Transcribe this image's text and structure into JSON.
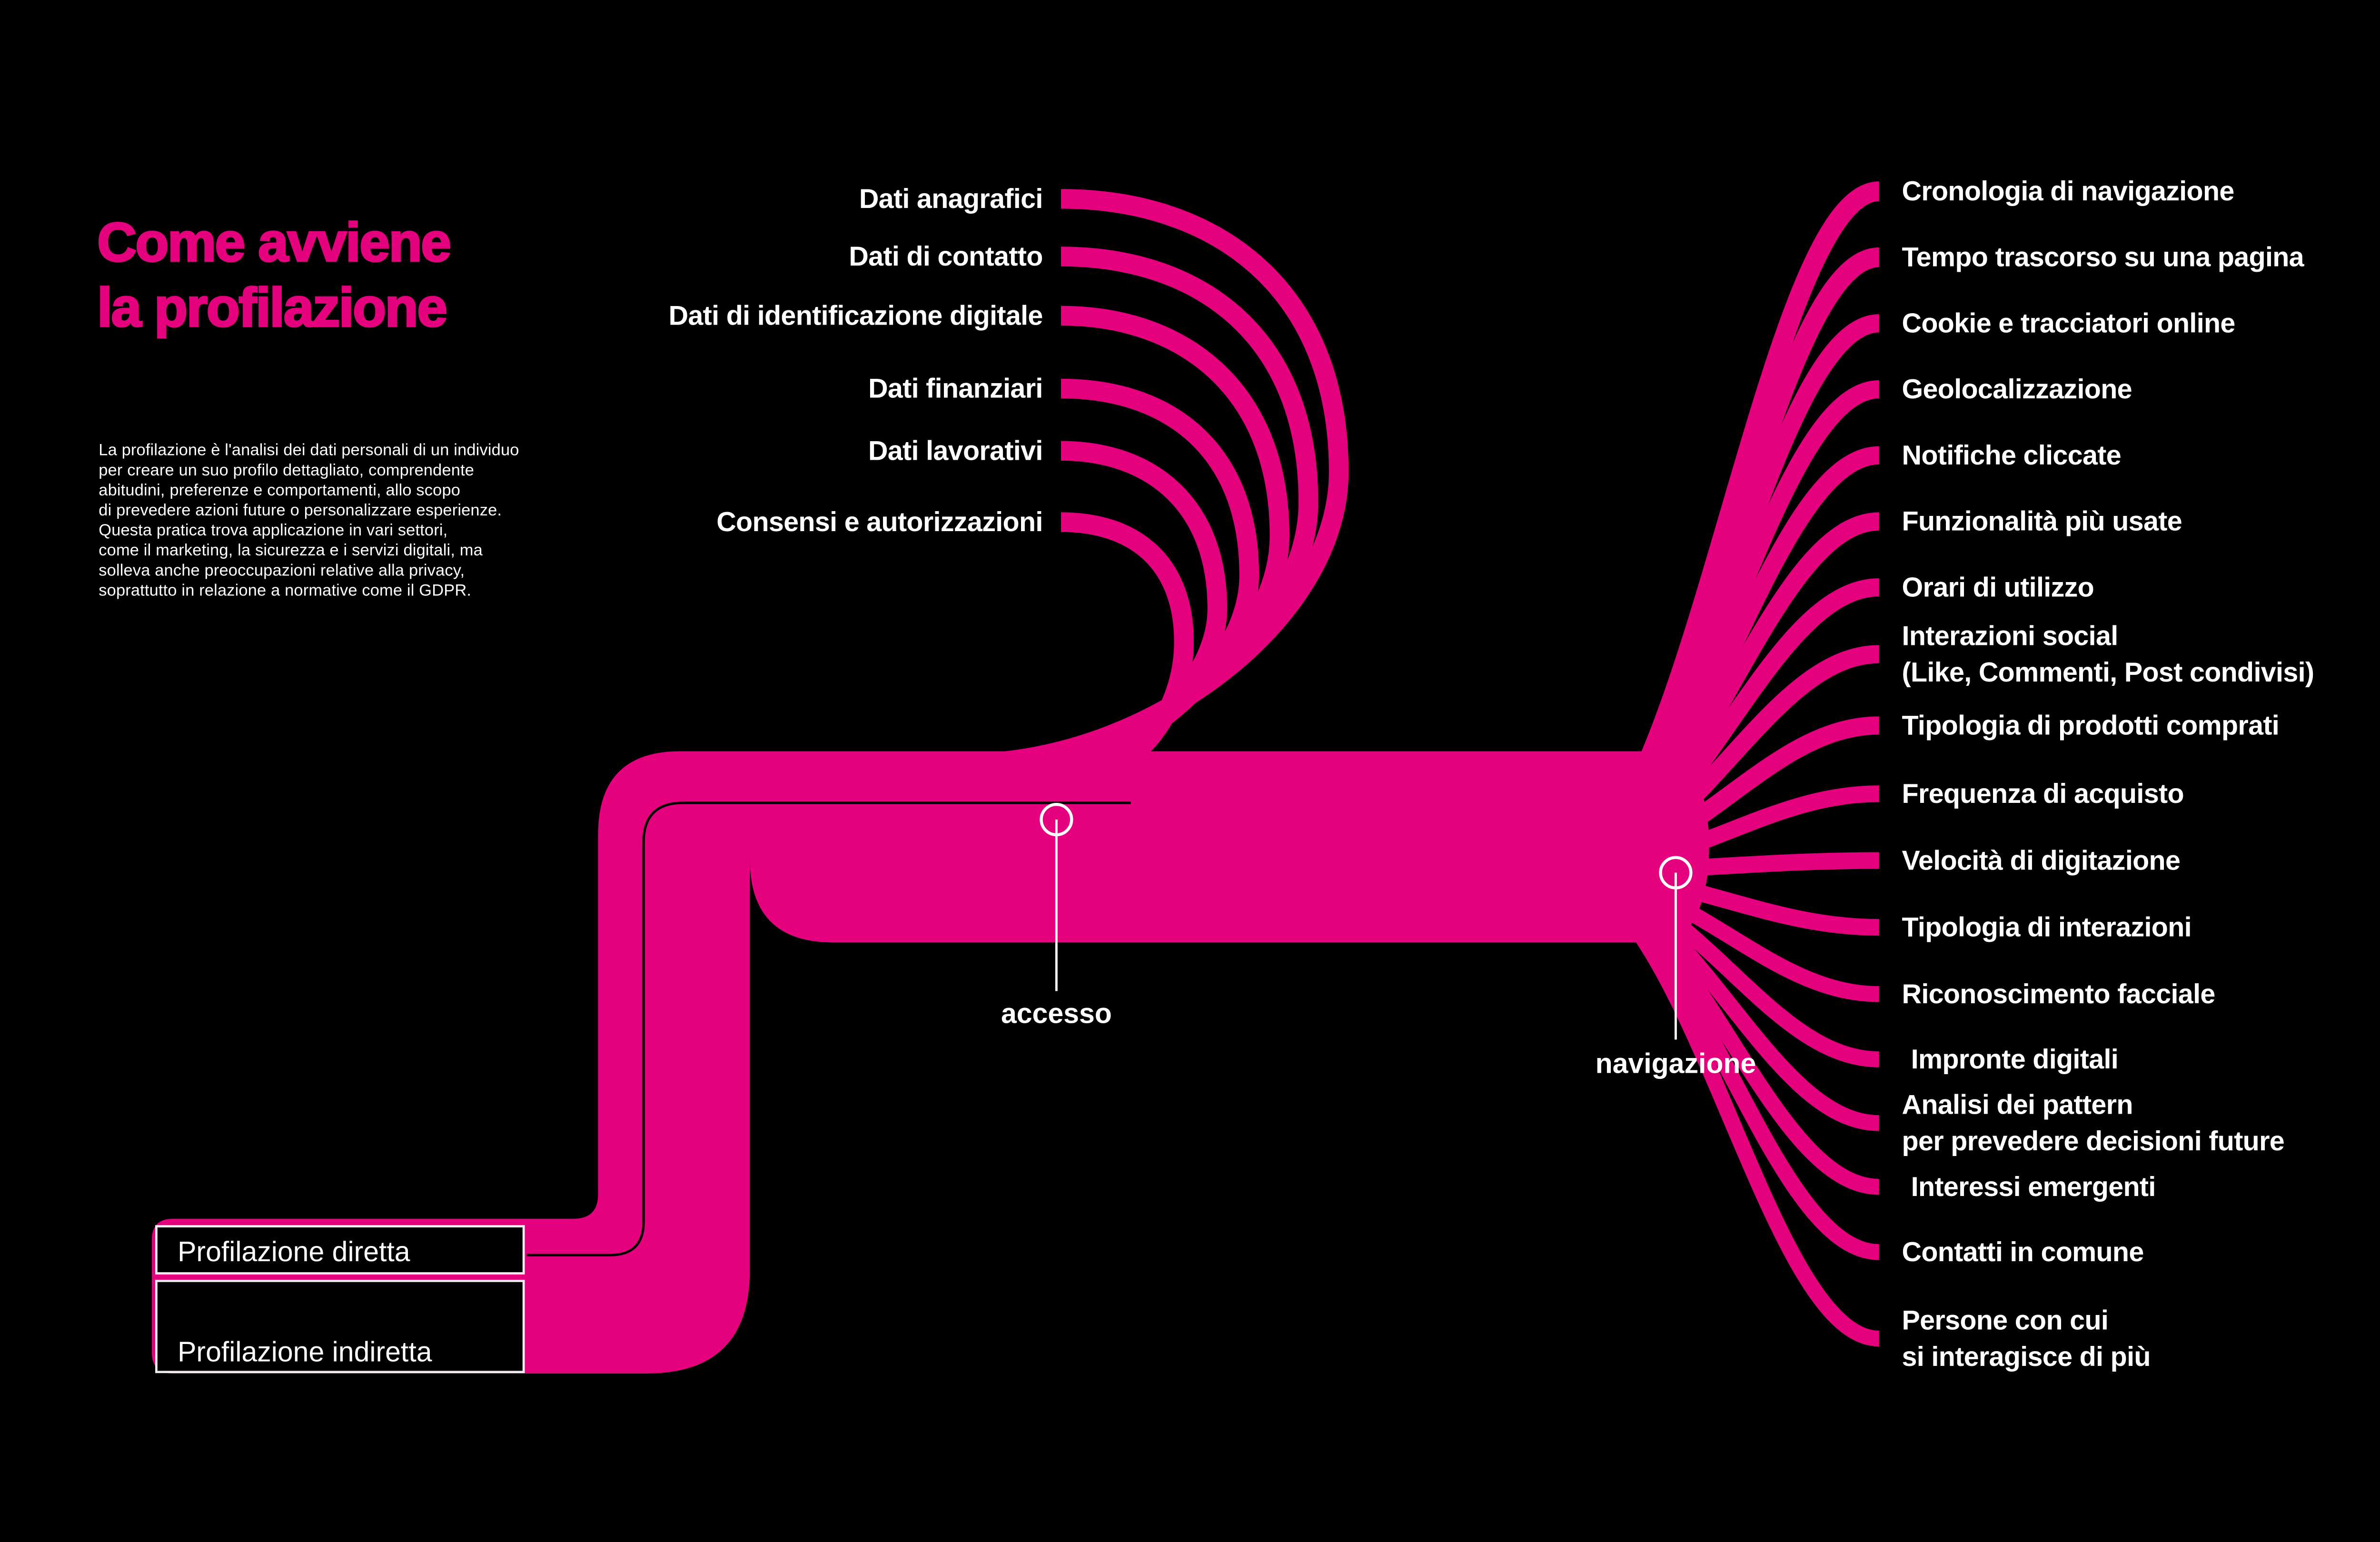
{
  "colors": {
    "background": "#000000",
    "accent": "#E5007D",
    "text_primary": "#FFFFFF",
    "divider_line": "#000000",
    "marker_outline": "#FFFFFF"
  },
  "header": {
    "title_line1": "Come avviene",
    "title_line2": "la profilazione",
    "description_lines": [
      "La profilazione è l'analisi dei dati personali di un individuo",
      "per creare un suo profilo dettagliato, comprendente",
      "abitudini, preferenze e comportamenti, allo scopo",
      "di prevedere azioni future o personalizzare esperienze.",
      "Questa pratica trova applicazione in vari settori,",
      "come il marketing, la sicurezza e i servizi digitali, ma",
      "solleva anche preoccupazioni relative alla privacy,",
      "soprattutto in relazione a normative come il GDPR."
    ]
  },
  "sources": {
    "items": [
      "Dati anagrafici",
      "Dati di contatto",
      "Dati di identificazione digitale",
      "Dati finanziari",
      "Dati lavorativi",
      "Consensi e autorizzazioni"
    ]
  },
  "outputs": {
    "items": [
      {
        "lines": [
          "Cronologia di navigazione"
        ]
      },
      {
        "lines": [
          "Tempo trascorso su una pagina"
        ]
      },
      {
        "lines": [
          "Cookie e tracciatori online"
        ]
      },
      {
        "lines": [
          "Geolocalizzazione"
        ]
      },
      {
        "lines": [
          "Notifiche cliccate"
        ]
      },
      {
        "lines": [
          "Funzionalità più usate"
        ]
      },
      {
        "lines": [
          "Orari di utilizzo"
        ]
      },
      {
        "lines": [
          "Interazioni social",
          "(Like, Commenti, Post condivisi)"
        ]
      },
      {
        "lines": [
          "Tipologia di prodotti comprati"
        ]
      },
      {
        "lines": [
          "Frequenza di acquisto"
        ]
      },
      {
        "lines": [
          "Velocità di digitazione"
        ]
      },
      {
        "lines": [
          "Tipologia di interazioni"
        ]
      },
      {
        "lines": [
          "Riconoscimento facciale"
        ]
      },
      {
        "lines": [
          "Impronte digitali"
        ]
      },
      {
        "lines": [
          "Analisi dei pattern",
          "per prevedere decisioni future"
        ]
      },
      {
        "lines": [
          "Interessi emergenti"
        ]
      },
      {
        "lines": [
          "Contatti in comune"
        ]
      },
      {
        "lines": [
          "Persone con cui",
          "si interagisce di più"
        ]
      }
    ]
  },
  "flow": {
    "markers": {
      "access": "accesso",
      "navigation": "navigazione"
    }
  },
  "legend": {
    "direct": "Profilazione diretta",
    "indirect": "Profilazione indiretta"
  }
}
